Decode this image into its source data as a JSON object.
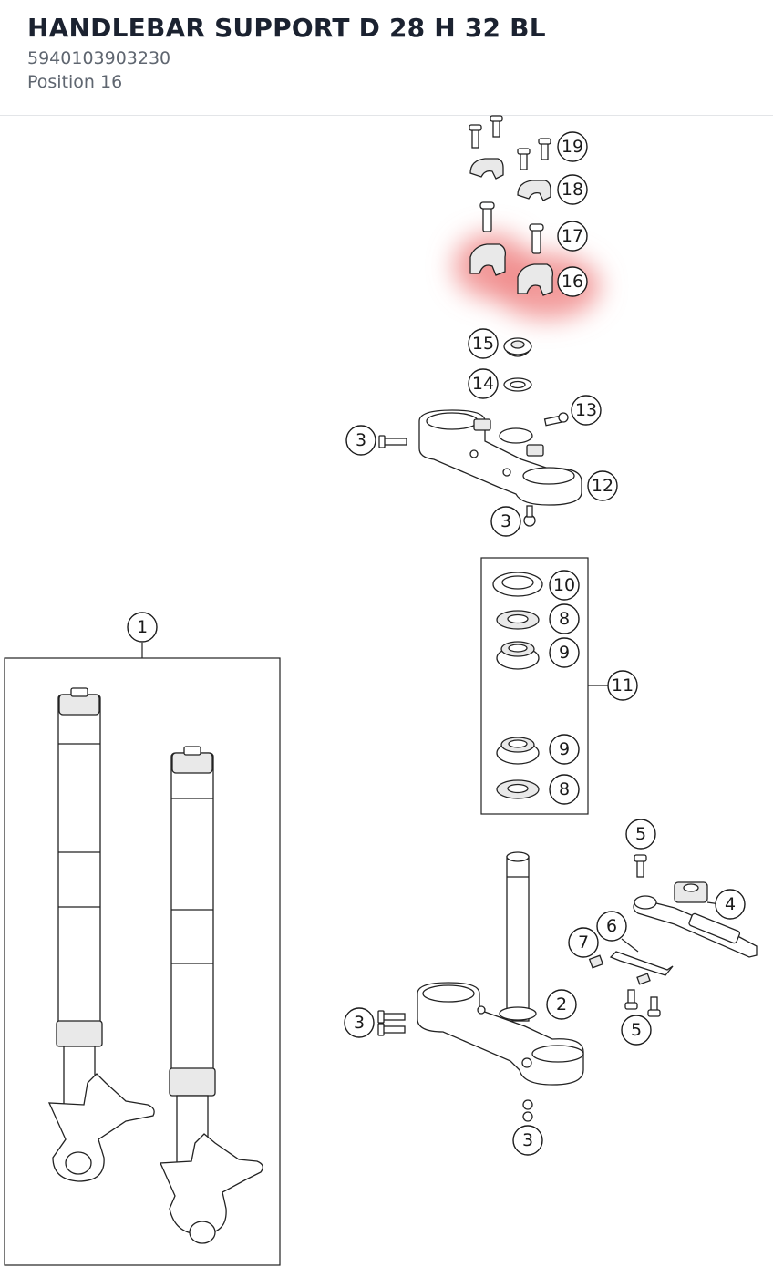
{
  "header": {
    "title": "HANDLEBAR SUPPORT D 28 H 32 BL",
    "part_number": "5940103903230",
    "position": "Position 16"
  },
  "diagram": {
    "highlight_color": "#f08a8a",
    "callouts": {
      "c1": "1",
      "c2": "2",
      "c3a": "3",
      "c3b": "3",
      "c3c": "3",
      "c3d": "3",
      "c4": "4",
      "c5a": "5",
      "c5b": "5",
      "c6": "6",
      "c7": "7",
      "c8a": "8",
      "c8b": "8",
      "c9a": "9",
      "c9b": "9",
      "c10": "10",
      "c11": "11",
      "c12": "12",
      "c13": "13",
      "c14": "14",
      "c15": "15",
      "c16": "16",
      "c17": "17",
      "c18": "18",
      "c19": "19"
    }
  }
}
